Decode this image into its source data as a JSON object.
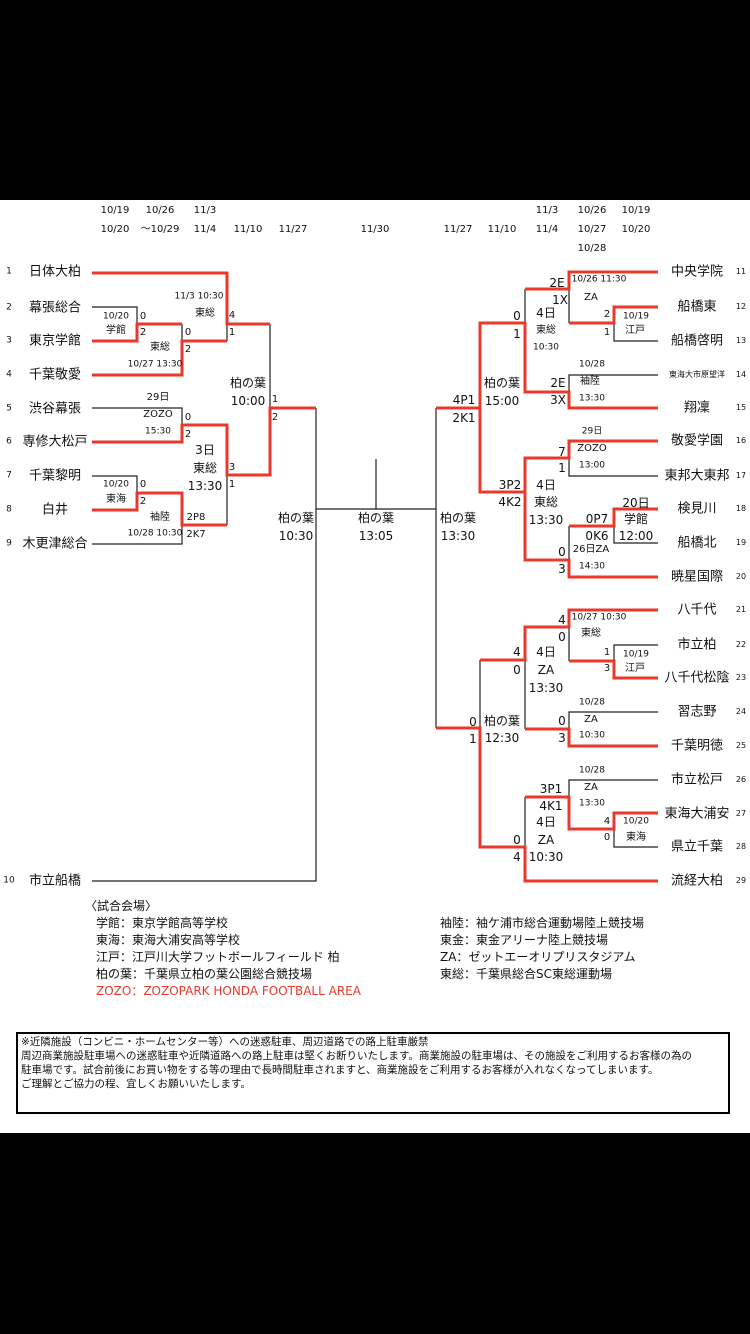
{
  "colors": {
    "winner_line": "#e8392b",
    "line": "#222222",
    "background": "#ffffff"
  },
  "header": {
    "left_dates": [
      [
        "10/19",
        "10/20"
      ],
      [
        "10/26",
        "～10/29"
      ],
      [
        "11/3",
        "11/4"
      ],
      [
        "11/10"
      ],
      [
        "11/27"
      ]
    ],
    "final_date": "11/30",
    "right_dates": [
      [
        "11/27"
      ],
      [
        "11/10"
      ],
      [
        "11/3",
        "11/4"
      ],
      [
        "10/26",
        "10/27",
        "10/28"
      ],
      [
        "10/19",
        "10/20"
      ]
    ]
  },
  "teams": [
    {
      "no": "1",
      "name": "日体大柏"
    },
    {
      "no": "2",
      "name": "幕張総合"
    },
    {
      "no": "3",
      "name": "東京学館"
    },
    {
      "no": "4",
      "name": "千葉敬愛"
    },
    {
      "no": "5",
      "name": "渋谷幕張"
    },
    {
      "no": "6",
      "name": "専修大松戸"
    },
    {
      "no": "7",
      "name": "千葉黎明"
    },
    {
      "no": "8",
      "name": "白井"
    },
    {
      "no": "9",
      "name": "木更津総合"
    },
    {
      "no": "10",
      "name": "市立船橋"
    },
    {
      "no": "11",
      "name": "中央学院"
    },
    {
      "no": "12",
      "name": "船橋東"
    },
    {
      "no": "13",
      "name": "船橋啓明"
    },
    {
      "no": "14",
      "name": "東海大市原望洋"
    },
    {
      "no": "15",
      "name": "翔凜"
    },
    {
      "no": "16",
      "name": "敬愛学園"
    },
    {
      "no": "17",
      "name": "東邦大東邦"
    },
    {
      "no": "18",
      "name": "検見川"
    },
    {
      "no": "19",
      "name": "船橋北"
    },
    {
      "no": "20",
      "name": "暁星国際"
    },
    {
      "no": "21",
      "name": "八千代"
    },
    {
      "no": "22",
      "name": "市立柏"
    },
    {
      "no": "23",
      "name": "八千代松陰"
    },
    {
      "no": "24",
      "name": "習志野"
    },
    {
      "no": "25",
      "name": "千葉明徳"
    },
    {
      "no": "26",
      "name": "市立松戸"
    },
    {
      "no": "27",
      "name": "東海大浦安"
    },
    {
      "no": "28",
      "name": "県立千葉"
    },
    {
      "no": "29",
      "name": "流経大柏"
    }
  ],
  "left_matches": {
    "m2v3": {
      "date": "10/20",
      "venue": "学館",
      "scores": [
        "0",
        "2"
      ]
    },
    "m3v4": {
      "venue": "東総",
      "datetime": "10/27 13:30",
      "scores": [
        "0",
        "2"
      ]
    },
    "m1v4": {
      "datetime": "11/3 10:30",
      "venue": "東総",
      "scores": [
        "4",
        "1"
      ]
    },
    "m5v6": {
      "date": "29日",
      "venue": "ZOZO",
      "time": "15:30",
      "scores": [
        "0",
        "2"
      ]
    },
    "m7v8": {
      "date": "10/20",
      "venue": "東海",
      "scores": [
        "0",
        "2"
      ]
    },
    "m8v9": {
      "venue": "袖陸",
      "datetime": "10/28 10:30",
      "scores": [
        "2P8",
        "2K7"
      ]
    },
    "m6v8": {
      "date": "3日",
      "venue": "東総",
      "time": "13:30",
      "scores": [
        "3",
        "1"
      ]
    },
    "qf": {
      "venue": "柏の葉",
      "time": "10:00",
      "scores": [
        "1",
        "2"
      ]
    },
    "sf": {
      "venue": "柏の葉",
      "time": "10:30"
    }
  },
  "final": {
    "venue": "柏の葉",
    "time": "13:05"
  },
  "right_sf": {
    "venue": "柏の葉",
    "time": "13:30"
  },
  "right_top": {
    "m11v12": {
      "datetime": "10/26 11:30",
      "venue": "ZA",
      "scores": [
        "2E",
        "1X"
      ]
    },
    "m12v13": {
      "date": "10/19",
      "venue": "江戸",
      "scores": [
        "2",
        "1"
      ]
    },
    "m14v15": {
      "date": "10/28",
      "venue": "袖陸",
      "time": "13:30",
      "scores": [
        "2E",
        "3X"
      ]
    },
    "qf1": {
      "date": "4日",
      "venue": "東総",
      "time": "10:30",
      "scores": [
        "0",
        "1"
      ]
    },
    "m16v17": {
      "date": "29日",
      "venue": "ZOZO",
      "time": "13:00",
      "scores": [
        "7",
        "1"
      ]
    },
    "m18v19": {
      "date": "20日",
      "venue": "学館",
      "time": "12:00",
      "scores": [
        "0P7",
        "0K6"
      ]
    },
    "m20": {
      "datetime": "26日ZA",
      "time": "14:30",
      "scores": [
        "0",
        "3"
      ]
    },
    "qf2": {
      "date": "4日",
      "venue": "東総",
      "time": "13:30",
      "scores": [
        "3P2",
        "4K2"
      ]
    },
    "sf": {
      "venue": "柏の葉",
      "time": "15:00",
      "scores": [
        "4P1",
        "2K1"
      ]
    }
  },
  "right_bottom": {
    "m21v22": {
      "datetime": "10/27 10:30",
      "venue": "東総",
      "scores": [
        "4",
        "0"
      ]
    },
    "m22v23": {
      "date": "10/19",
      "venue": "江戸",
      "scores": [
        "1",
        "3"
      ]
    },
    "qf1": {
      "date": "4日",
      "venue": "ZA",
      "time": "13:30",
      "scores": [
        "4",
        "0"
      ]
    },
    "m24v25": {
      "date": "10/28",
      "venue": "ZA",
      "time": "10:30",
      "scores": [
        "0",
        "3"
      ]
    },
    "m26v27": {
      "date": "10/28",
      "venue": "ZA",
      "time": "13:30",
      "scores": [
        "3P1",
        "4K1"
      ]
    },
    "m27v28": {
      "date": "10/20",
      "venue": "東海",
      "scores": [
        "4",
        "0"
      ]
    },
    "qf2": {
      "date": "4日",
      "venue": "ZA",
      "time": "10:30",
      "scores": [
        "0",
        "4"
      ]
    },
    "sf": {
      "venue": "柏の葉",
      "time": "12:30",
      "scores": [
        "0",
        "1"
      ]
    }
  },
  "venues_legend": {
    "title": "〈試合会場〉",
    "left": [
      "学館：東京学館高等学校",
      "東海：東海大浦安高等学校",
      "江戸：江戸川大学フットボールフィールド 柏",
      "柏の葉：千葉県立柏の葉公園総合競技場"
    ],
    "zozo": "ZOZO：ZOZOPARK HONDA FOOTBALL AREA",
    "right": [
      "袖陸：袖ケ浦市総合運動場陸上競技場",
      "東金：東金アリーナ陸上競技場",
      "ZA：ゼットエーオリプリスタジアム",
      "東総：千葉県総合SC東総運動場"
    ]
  },
  "notice": {
    "lines": [
      "※近隣施設（コンビニ・ホームセンター等）への迷惑駐車、周辺道路での路上駐車厳禁",
      "周辺商業施設駐車場への迷惑駐車や近隣道路への路上駐車は堅くお断りいたします。商業施設の駐車場は、その施設をご利用するお客様の為の",
      "駐車場です。試合前後にお買い物をする等の理由で長時間駐車されますと、商業施設をご利用するお客様が入れなくなってしまいます。",
      "ご理解とご協力の程、宜しくお願いいたします。"
    ]
  }
}
